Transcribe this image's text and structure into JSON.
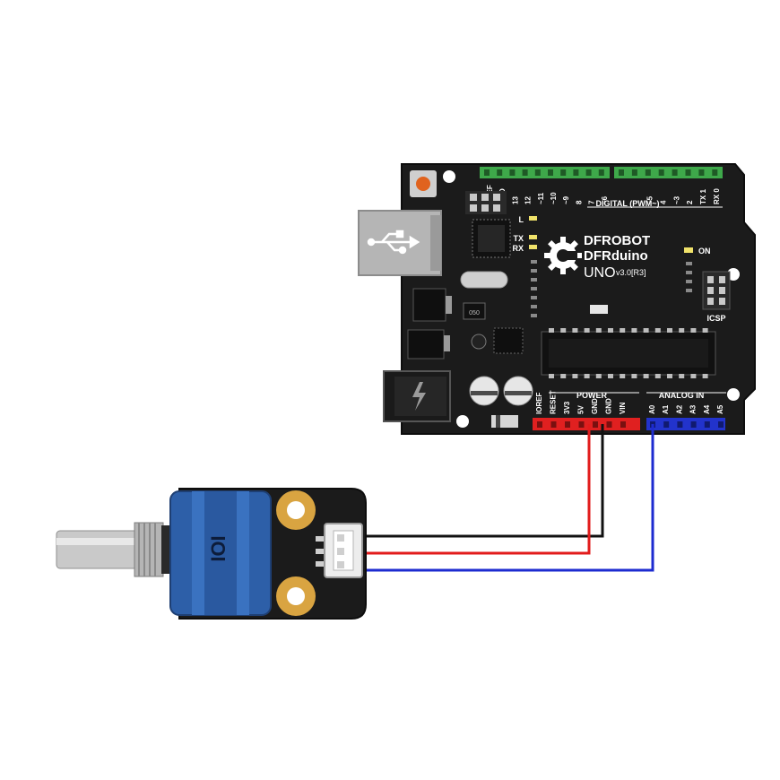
{
  "colors": {
    "board": "#1b1b1b",
    "header_green": "#3ea84a",
    "header_red": "#e02020",
    "header_blue": "#2233cc",
    "wire_black": "#111111",
    "wire_red": "#e21b1b",
    "wire_blue": "#1d2bd0",
    "knob_blue": "#2d5fa8",
    "pad_gold": "#d9a441"
  },
  "board": {
    "brand_line1": "DFROBOT",
    "brand_line2": "DFRduino",
    "model": "UNO",
    "version": "v3.0[R3]",
    "digital_label": "DIGITAL (PWM~)",
    "power_label": "POWER",
    "analog_label": "ANALOG IN",
    "on_label": "ON",
    "icsp_label": "ICSP",
    "led_l": "L",
    "led_tx": "TX",
    "led_rx": "RX",
    "chip_code": "050",
    "digital_pins": [
      "AREF",
      "GND",
      "13",
      "12",
      "~11",
      "~10",
      "~9",
      "8",
      "7",
      "~6",
      "~5",
      "4",
      "~3",
      "2",
      "TX 1",
      "RX 0"
    ],
    "power_pins": [
      "IOREF",
      "RESET",
      "3V3",
      "5V",
      "GND",
      "GND",
      "VIN"
    ],
    "analog_pins": [
      "A0",
      "A1",
      "A2",
      "A3",
      "A4",
      "A5"
    ]
  },
  "module": {
    "knob_marking": "IOI",
    "icon": "rotary-potentiometer-icon"
  },
  "icons": {
    "usb": "usb-icon",
    "power_jack": "lightning-icon",
    "logo": "gear-logo-icon"
  }
}
